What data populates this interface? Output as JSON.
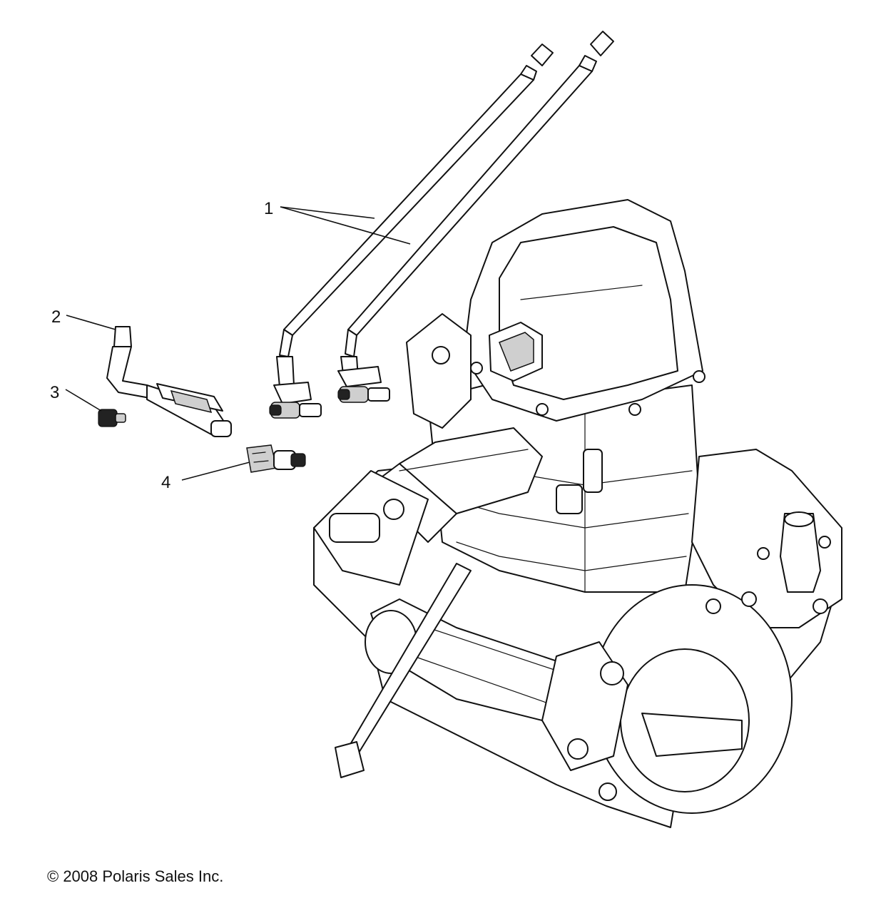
{
  "callouts": [
    {
      "label": "1"
    },
    {
      "label": "2"
    },
    {
      "label": "3"
    },
    {
      "label": "4"
    }
  ],
  "copyright": "© 2008 Polaris Sales Inc."
}
